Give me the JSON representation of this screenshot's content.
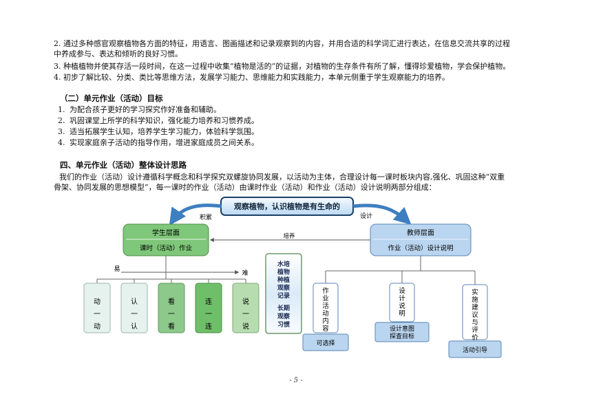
{
  "paragraphs": {
    "p2_line1": "2. 通过多种感官观察植物各方面的特征，用语言、图画描述和记录观察到的内容，并用合适的科学词汇进行表达，在信息交流共享的过程",
    "p2_line2": "中养成参与、表达和倾听的良好习惯。",
    "p3": "3. 种植植物并使其存活一段时间，在这一过程中收集“植物是活的”的证据，对植物的生存条件有所了解，懂得珍爱植物，学会保护植物。",
    "p4": "4. 初步了解比较、分类、类比等思维方法，发展学习能力、思维能力和实践能力，本单元侧重于学生观察能力的培养。"
  },
  "section2": {
    "heading": "（二）单元作业（活动）目标",
    "items": [
      {
        "num": "1.",
        "text": "为配合孩子更好的学习探究作好准备和辅助。"
      },
      {
        "num": "2.",
        "text": "巩固课堂上所学的科学知识，强化能力培养和习惯养成。"
      },
      {
        "num": "3.",
        "text": "适当拓展学生认知，培养学生学习能力，体验科学氛围。"
      },
      {
        "num": "4.",
        "text": "实现家庭亲子活动的指导作用，增进家庭成员之间关系。"
      }
    ]
  },
  "section4": {
    "heading": "四、单元作业（活动）整体设计思路",
    "body_line1": "我们的作业（活动）设计遵循科学概念和科学探究双螺旋协同发展，以活动为主体，合理设计每一课时板块内容,强化、巩固这种“双重",
    "body_line2": "骨架、协同发展的思想模型”，每一课时的作业（活动）由课时作业（活动）和作业（活动）设计说明两部分组成："
  },
  "diagram": {
    "top_title": "观察植物，认识植物是有生命的",
    "arrow_left_label": "积累",
    "arrow_right_label": "设计",
    "student": {
      "title": "学生层面",
      "subtitle": "课时（活动）作业"
    },
    "teacher": {
      "title": "教师层面",
      "subtitle": "作业（活动）设计说明"
    },
    "cultivate_label": "培养",
    "easy_label": "易",
    "hard_label": "难",
    "activities": [
      {
        "label": "动一动",
        "color": "#e6f2ee"
      },
      {
        "label": "认一认",
        "color": "#e6f2ee"
      },
      {
        "label": "看一看",
        "color": "#8cc98a"
      },
      {
        "label": "连一连",
        "color": "#6fbf6a"
      },
      {
        "label": "说一说",
        "color": "#b7dcb0"
      }
    ],
    "center_top": "水培植物种植观察记录",
    "center_bottom": "长期观察习惯",
    "teacher_items": [
      {
        "label": "作业活动内容",
        "sub": "可选择"
      },
      {
        "label": "设计说明",
        "sub": "设计意图探查目标"
      },
      {
        "label": "实施建议与评价",
        "sub": "活动引导"
      }
    ]
  },
  "page_number": "- 5 -"
}
